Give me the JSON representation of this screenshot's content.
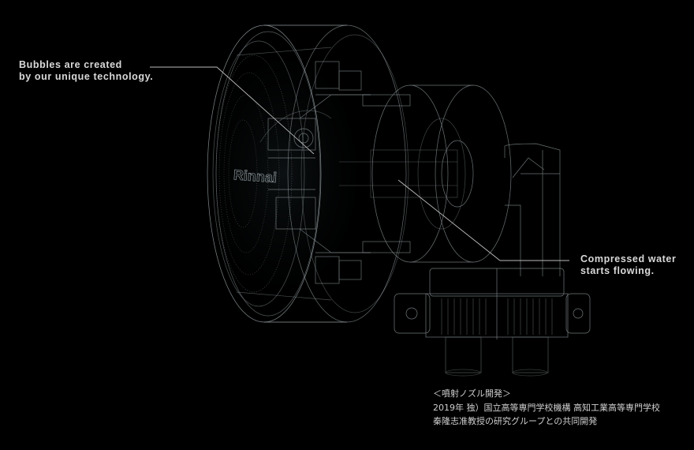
{
  "callouts": {
    "bubbles": {
      "line1": "Bubbles are created",
      "line2": "by our unique technology."
    },
    "water": {
      "line1": "Compressed water",
      "line2": "starts flowing."
    }
  },
  "product_logo": "Rinnai",
  "credit": {
    "heading": "＜噴射ノズル開発＞",
    "line1": "2019年 独）国立高等専門学校機構 高知工業高等専門学校",
    "line2": "秦隆志准教授の研究グループとの共同開発"
  },
  "colors": {
    "background": "#000000",
    "wireframe": "#a8b4b8",
    "text": "#d9d9d9"
  }
}
